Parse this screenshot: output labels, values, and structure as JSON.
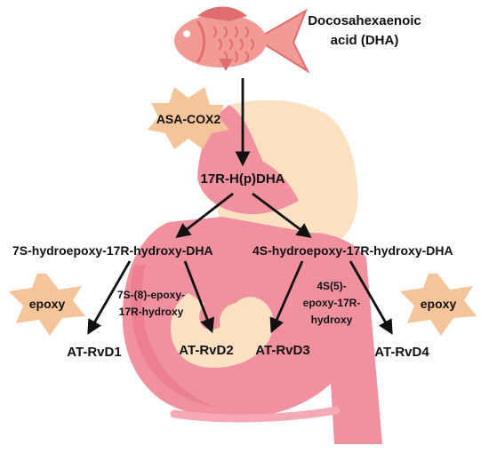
{
  "source": {
    "line1": "Docosahexaenoic",
    "line2": "acid (DHA)"
  },
  "enzyme": "ASA-COX2",
  "hub": "17R-H(p)DHA",
  "left_intermediate": "7S-hydroepoxy-17R-hydroxy-DHA",
  "right_intermediate": "4S-hydroepoxy-17R-hydroxy-DHA",
  "left_epoxide": {
    "line1": "7S-(8)-epoxy-",
    "line2": "17R-hydroxy"
  },
  "right_epoxide": {
    "line1": "4S(5)-",
    "line2": "epoxy-17R-",
    "line3": "hydroxy"
  },
  "epoxy_left": "epoxy",
  "epoxy_right": "epoxy",
  "products": [
    "AT-RvD1",
    "AT-RvD2",
    "AT-RvD3",
    "AT-RvD4"
  ],
  "colors": {
    "star": "#f6c49a",
    "skin": "#fbe0c2",
    "dress": "#f191a0",
    "dress_light": "#f6a8b4",
    "dress_dark": "#e9798c",
    "fish": "#f19a96",
    "fish_dark": "#e16e6f",
    "arrow": "#111111"
  }
}
